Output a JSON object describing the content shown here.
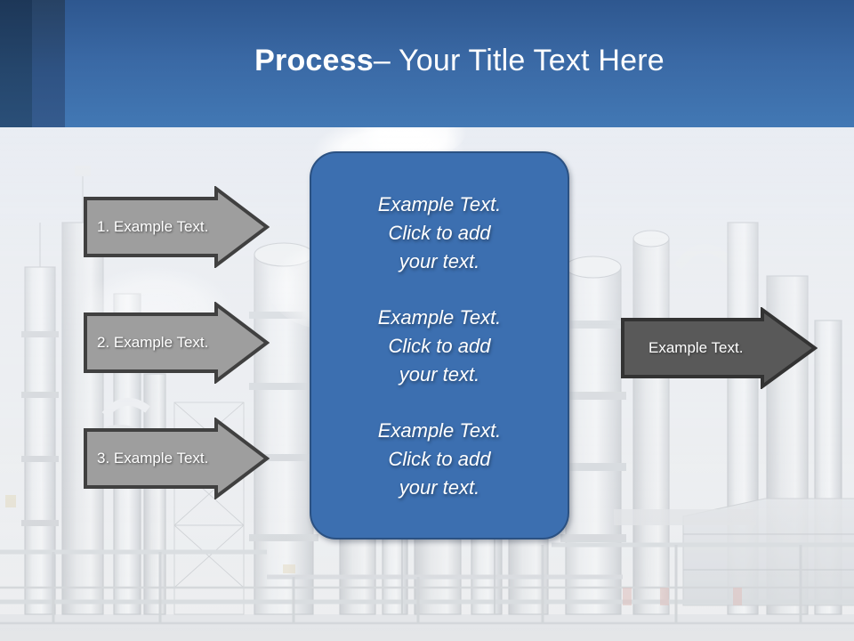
{
  "slide": {
    "title": {
      "bold_part": "Process",
      "rest_part": " – Your Title Text Here"
    },
    "colors": {
      "header_blue": "#3a69a5",
      "header_band_dark": "#25466c",
      "header_band_mid": "#2f5384",
      "panel_blue": "#3c6fb0",
      "panel_border": "#2b5182",
      "arrow_light_gray": "#9e9e9e",
      "arrow_dark_gray": "#595959",
      "arrow_border": "#404040",
      "text_white": "#ffffff",
      "background_haze": "#d8dee7"
    },
    "background": {
      "description": "industrial-refinery-photo"
    },
    "left_arrows": [
      {
        "label": "1. Example Text."
      },
      {
        "label": "2. Example Text."
      },
      {
        "label": "3. Example Text."
      }
    ],
    "center_panel": {
      "blocks": [
        "Example Text.\nClick  to add\nyour text.",
        "Example Text.\nClick  to add\nyour text.",
        "Example Text.\nClick  to add\nyour text."
      ]
    },
    "right_arrow": {
      "label": "Example Text."
    }
  }
}
